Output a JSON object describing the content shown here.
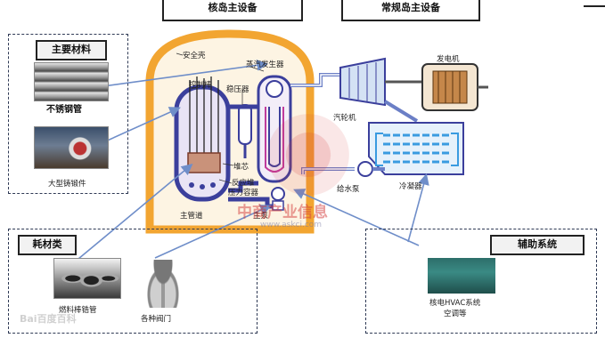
{
  "headers": {
    "nuclear_island": "核岛主设备",
    "conventional_island": "常规岛主设备"
  },
  "groups": {
    "main_materials": {
      "title": "主要材料",
      "items": [
        "不锈钢管",
        "大型铸锻件"
      ]
    },
    "consumables": {
      "title": "耗材类",
      "items": [
        "燃料棒锆管",
        "各种阀门"
      ]
    },
    "auxiliary": {
      "title": "辅助系统",
      "items": [
        "核电HVAC系统",
        "空调等"
      ]
    }
  },
  "components": {
    "containment": "安全壳",
    "control_rods": "控制棒",
    "pressurizer": "稳压器",
    "steam_generator": "蒸汽发生器",
    "core": "堆芯",
    "reactor_vessel_line1": "反应堆",
    "reactor_vessel_line2": "压力容器",
    "main_pipe": "主管道",
    "main_pump": "主泵",
    "turbine": "汽轮机",
    "generator": "发电机",
    "feedwater_pump": "给水泵",
    "condenser": "冷凝器"
  },
  "watermarks": {
    "center_cn": "中商产业信息",
    "center_url": "www.askci.com",
    "baidu": "Bai百度百科"
  },
  "colors": {
    "containment": "#f2a531",
    "primary_loop": "#3b3f9c",
    "secondary_loop": "#6b7fc6",
    "condenser_coil": "#3a9be0",
    "arrow": "#6f8ec9",
    "dash_border": "#2f3a55",
    "watermark_red": "#d33a3a"
  }
}
